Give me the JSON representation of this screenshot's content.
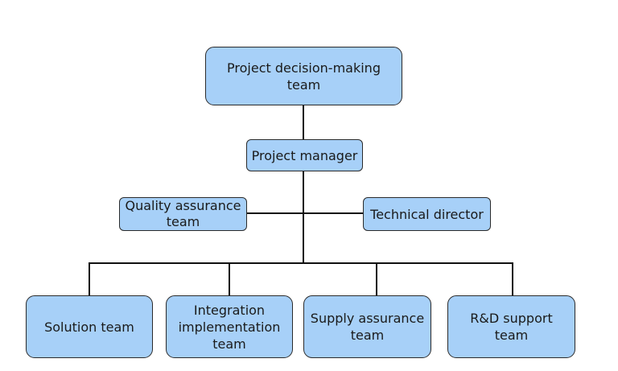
{
  "diagram": {
    "root": "Project decision-making team",
    "manager": "Project manager",
    "left_advisor": "Quality assurance team",
    "right_advisor": "Technical director",
    "teams": [
      "Solution team",
      "Integration implementation team",
      "Supply assurance team",
      "R&D support team"
    ]
  },
  "colors": {
    "box_fill": "#a7d0f8",
    "box_border": "#2b2b2b",
    "connector": "#111111"
  }
}
